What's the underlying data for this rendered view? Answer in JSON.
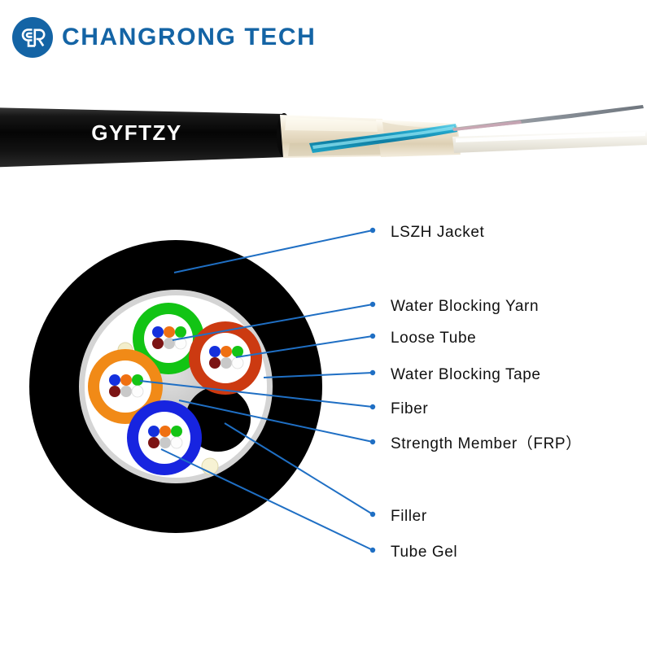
{
  "brand": {
    "logo_icon": "cr-monogram-circle-icon",
    "wordmark": "CHANGRONG TECH",
    "brand_color": "#1464a5"
  },
  "photo": {
    "alt_name": "fiber-optic-cable-photograph",
    "jacket_print": "GYFTZY",
    "jacket_color": "#0d0d0d",
    "print_color": "#ffffff",
    "yarn_color": "#ece0c8",
    "buffer_tube_color": "#1f9fc4",
    "fiber_color": "#9aa0a8",
    "inner_tube_color": "#f2f0ea"
  },
  "cross_section": {
    "alt_name": "cable-cross-section-diagram",
    "jacket_color": "#000000",
    "tape_color": "#d4d4d4",
    "core_fill_color": "#ffffff",
    "frp_color": "#cccccc",
    "filler_color": "#000000",
    "yarn_color": "#f3eecb",
    "leader_color": "#1f6fc4",
    "loose_tubes": [
      {
        "position": "top",
        "jacket_color": "#12c414",
        "name": "loose-tube-green"
      },
      {
        "position": "right",
        "jacket_color": "#cc3a11",
        "name": "loose-tube-red"
      },
      {
        "position": "left",
        "jacket_color": "#f18a17",
        "name": "loose-tube-orange"
      },
      {
        "position": "bottom",
        "jacket_color": "#1724e0",
        "name": "loose-tube-blue"
      }
    ],
    "fiber_colors": [
      "#1430dd",
      "#ef7012",
      "#15c415",
      "#7c1414",
      "#c9c9c9",
      "#fdfdfd"
    ],
    "fiber_count_per_tube": 6
  },
  "callouts": [
    {
      "id": "lszh-jacket",
      "label": "LSZH Jacket",
      "target": "outer-jacket"
    },
    {
      "id": "water-blocking-yarn",
      "label": "Water Blocking Yarn",
      "target": "water-blocking-yarn"
    },
    {
      "id": "loose-tube",
      "label": "Loose Tube",
      "target": "loose-tube-red"
    },
    {
      "id": "water-blocking-tape",
      "label": "Water Blocking Tape",
      "target": "water-blocking-tape"
    },
    {
      "id": "fiber",
      "label": "Fiber",
      "target": "fiber-green"
    },
    {
      "id": "strength-member",
      "label": "Strength Member（FRP）",
      "target": "frp-strength-member"
    },
    {
      "id": "filler",
      "label": "Filler",
      "target": "filler"
    },
    {
      "id": "tube-gel",
      "label": "Tube Gel",
      "target": "tube-gel"
    }
  ]
}
